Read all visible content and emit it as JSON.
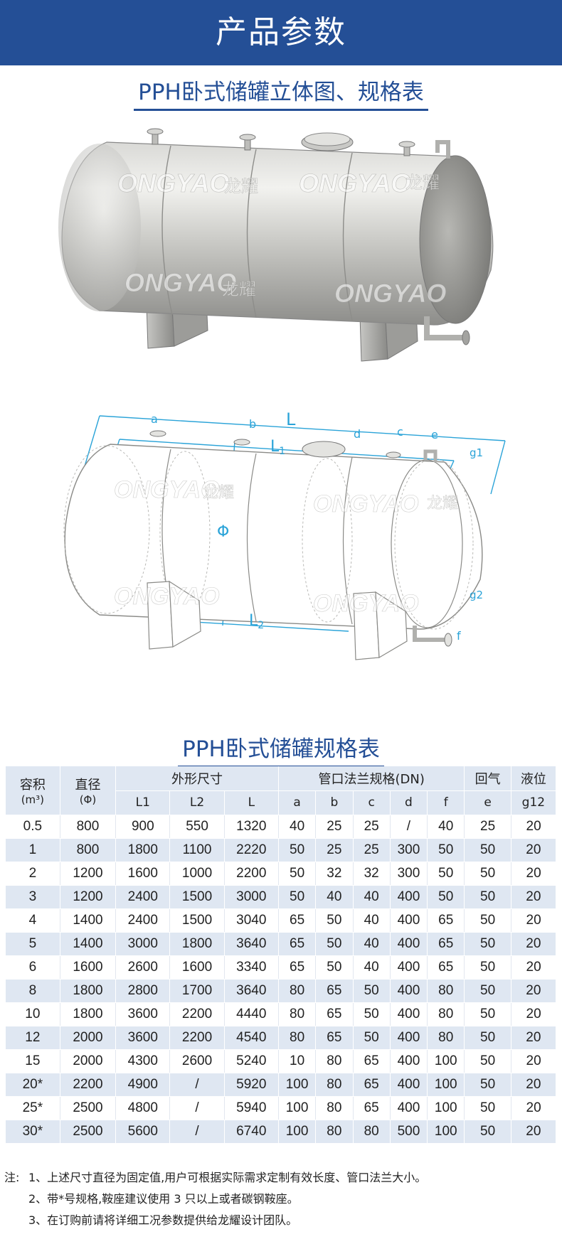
{
  "banner": {
    "title": "产品参数"
  },
  "section1": {
    "title": "PPH卧式储罐立体图、规格表"
  },
  "figure1": {
    "watermark_brand": "ONGYAO",
    "watermark_cn": "龙耀"
  },
  "figure2": {
    "watermark_brand": "ONGYAO",
    "watermark_cn": "龙耀",
    "labels": {
      "L": "L",
      "L1": "L",
      "L1_sub": "1",
      "L2": "L",
      "L2_sub": "2",
      "phi": "Φ",
      "a": "a",
      "b": "b",
      "c": "c",
      "d": "d",
      "e": "e",
      "f": "f",
      "g1": "g1",
      "g2": "g2"
    }
  },
  "section2": {
    "title": "PPH卧式储罐规格表"
  },
  "table": {
    "header": {
      "capacity": "容积",
      "capacity_unit": "(m³)",
      "diameter": "直径",
      "diameter_unit": "(Φ)",
      "dims": "外形尺寸",
      "flange": "管口法兰规格(DN)",
      "vent": "回气",
      "level": "液位"
    },
    "subheader": {
      "L1": "L1",
      "L2": "L2",
      "L": "L",
      "a": "a",
      "b": "b",
      "c": "c",
      "d": "d",
      "f": "f",
      "e": "e",
      "g": "g12"
    },
    "rows": [
      [
        "0.5",
        "800",
        "900",
        "550",
        "1320",
        "40",
        "25",
        "25",
        "/",
        "40",
        "25",
        "20"
      ],
      [
        "1",
        "800",
        "1800",
        "1100",
        "2220",
        "50",
        "25",
        "25",
        "300",
        "50",
        "50",
        "20"
      ],
      [
        "2",
        "1200",
        "1600",
        "1000",
        "2200",
        "50",
        "32",
        "32",
        "300",
        "50",
        "50",
        "20"
      ],
      [
        "3",
        "1200",
        "2400",
        "1500",
        "3000",
        "50",
        "40",
        "40",
        "400",
        "50",
        "50",
        "20"
      ],
      [
        "4",
        "1400",
        "2400",
        "1500",
        "3040",
        "65",
        "50",
        "40",
        "400",
        "65",
        "50",
        "20"
      ],
      [
        "5",
        "1400",
        "3000",
        "1800",
        "3640",
        "65",
        "50",
        "40",
        "400",
        "65",
        "50",
        "20"
      ],
      [
        "6",
        "1600",
        "2600",
        "1600",
        "3340",
        "65",
        "50",
        "40",
        "400",
        "65",
        "50",
        "20"
      ],
      [
        "8",
        "1800",
        "2800",
        "1700",
        "3640",
        "80",
        "65",
        "50",
        "400",
        "80",
        "50",
        "20"
      ],
      [
        "10",
        "1800",
        "3600",
        "2200",
        "4440",
        "80",
        "65",
        "50",
        "400",
        "80",
        "50",
        "20"
      ],
      [
        "12",
        "2000",
        "3600",
        "2200",
        "4540",
        "80",
        "65",
        "50",
        "400",
        "80",
        "50",
        "20"
      ],
      [
        "15",
        "2000",
        "4300",
        "2600",
        "5240",
        "10",
        "80",
        "65",
        "400",
        "100",
        "50",
        "20"
      ],
      [
        "20*",
        "2200",
        "4900",
        "/",
        "5920",
        "100",
        "80",
        "65",
        "400",
        "100",
        "50",
        "20"
      ],
      [
        "25*",
        "2500",
        "4800",
        "/",
        "5940",
        "100",
        "80",
        "65",
        "400",
        "100",
        "50",
        "20"
      ],
      [
        "30*",
        "2500",
        "5600",
        "/",
        "6740",
        "100",
        "80",
        "80",
        "500",
        "100",
        "50",
        "20"
      ]
    ]
  },
  "notes": {
    "label": "注:",
    "items": [
      "1、上述尺寸直径为固定值,用户可根据实际需求定制有效长度、管口法兰大小。",
      "2、带*号规格,鞍座建议使用 3 只以上或者碳钢鞍座。",
      "3、在订购前请将详细工况参数提供给龙耀设计团队。"
    ]
  }
}
